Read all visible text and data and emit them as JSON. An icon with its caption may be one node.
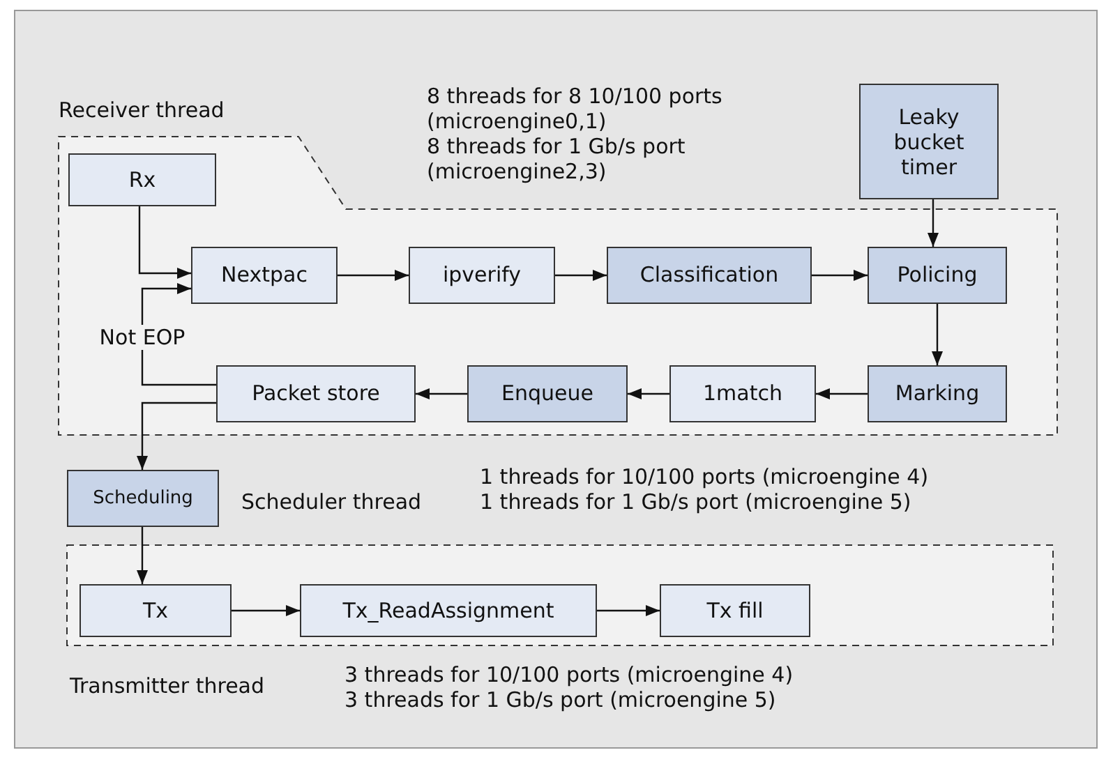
{
  "diagram": {
    "nodes": [
      {
        "text": [
          "Receiver thread"
        ],
        "beside": [
          "8 threads for 8 10/100 ports (microengine0,1)",
          "8 threads for 1 Gb/s port (microengine2,3)"
        ]
      },
      {
        "text": [
          "Rx"
        ],
        "in": 0
      },
      {
        "text": [
          "Nextpac"
        ],
        "in": 0
      },
      {
        "text": [
          "ipverify"
        ],
        "in": 0
      },
      {
        "text": [
          "Classification"
        ],
        "in": 0
      },
      {
        "text": [
          "Leaky bucket timer"
        ]
      },
      {
        "text": [
          "Policing"
        ],
        "in": 0
      },
      {
        "text": [
          "Marking"
        ],
        "in": 0
      },
      {
        "text": [
          "1match"
        ],
        "in": 0
      },
      {
        "text": [
          "Enqueue"
        ],
        "in": 0
      },
      {
        "text": [
          "Packet store"
        ],
        "in": 0
      },
      {
        "text": [
          "Scheduling"
        ],
        "beside": [
          "Scheduler thread",
          "1 threads for 10/100 ports (microengine 4)",
          "1 threads for 1 Gb/s port (microengine 5)"
        ]
      },
      {
        "text": [
          "Transmitter thread"
        ],
        "beside": [
          "3 threads for 10/100 ports (microengine 4)",
          "3 threads for 1 Gb/s port (microengine 5)"
        ]
      },
      {
        "text": [
          "Tx"
        ],
        "in": 12
      },
      {
        "text": [
          "Tx_ReadAssignment"
        ],
        "in": 12
      },
      {
        "text": [
          "Tx fill"
        ],
        "in": 12
      }
    ],
    "edges": [
      {
        "from": 1,
        "to": 2,
        "arrow": "to"
      },
      {
        "from": 2,
        "to": 3,
        "arrow": "to"
      },
      {
        "from": 3,
        "to": 4,
        "arrow": "to"
      },
      {
        "from": 4,
        "to": 6,
        "arrow": "to"
      },
      {
        "from": 5,
        "to": 6,
        "arrow": "to"
      },
      {
        "from": 6,
        "to": 7,
        "arrow": "to"
      },
      {
        "from": 7,
        "to": 8,
        "arrow": "to"
      },
      {
        "from": 8,
        "to": 9,
        "arrow": "to"
      },
      {
        "from": 9,
        "to": 10,
        "arrow": "to"
      },
      {
        "from": 10,
        "to": 2,
        "arrow": "to",
        "label": "Not EOP"
      },
      {
        "from": 10,
        "to": 11,
        "arrow": "to"
      },
      {
        "from": 11,
        "to": 13,
        "arrow": "to"
      },
      {
        "from": 13,
        "to": 14,
        "arrow": "to"
      },
      {
        "from": 14,
        "to": 15,
        "arrow": "to"
      }
    ]
  }
}
